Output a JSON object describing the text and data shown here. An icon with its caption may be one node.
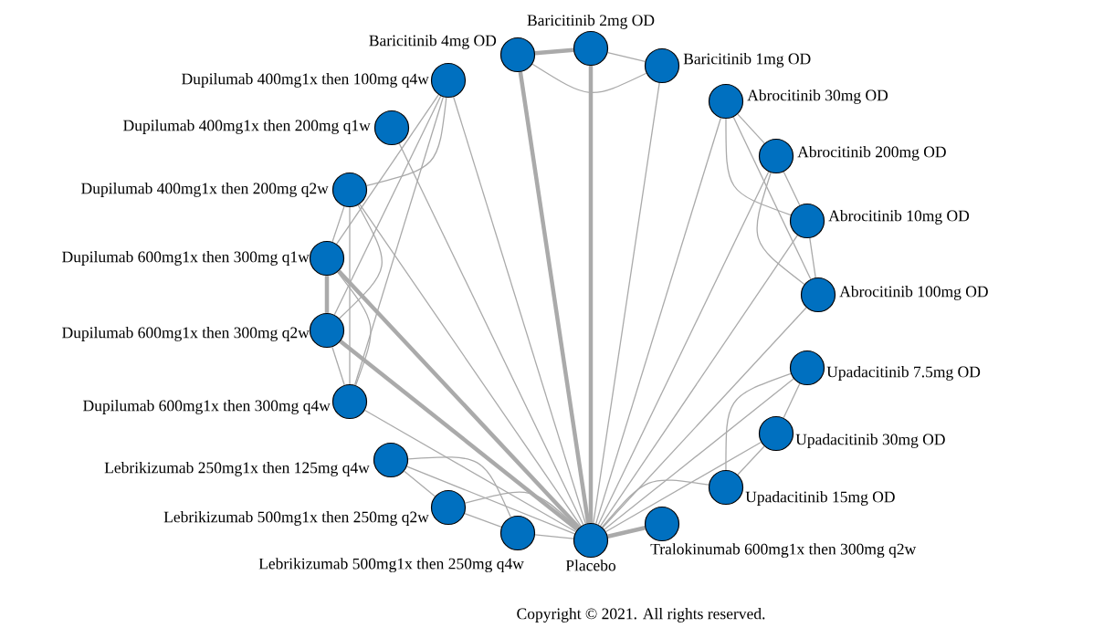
{
  "diagram": {
    "caption": "Copyright © 2021. All rights reserved.",
    "nodes": [
      {
        "text": [
          "Baricitinib 2mg OD"
        ]
      },
      {
        "text": [
          "Baricitinib 1mg OD"
        ]
      },
      {
        "text": [
          "Abrocitinib 30mg OD"
        ]
      },
      {
        "text": [
          "Abrocitinib 200mg OD"
        ]
      },
      {
        "text": [
          "Abrocitinib 10mg OD"
        ]
      },
      {
        "text": [
          "Abrocitinib 100mg OD"
        ]
      },
      {
        "text": [
          "Upadacitinib 7.5mg OD"
        ]
      },
      {
        "text": [
          "Upadacitinib 30mg OD"
        ]
      },
      {
        "text": [
          "Upadacitinib 15mg OD"
        ]
      },
      {
        "text": [
          "Tralokinumab 600mg1x then 300mg q2w"
        ]
      },
      {
        "text": [
          "Placebo"
        ]
      },
      {
        "text": [
          "Lebrikizumab 500mg1x then 250mg q4w"
        ]
      },
      {
        "text": [
          "Lebrikizumab 500mg1x then 250mg q2w"
        ]
      },
      {
        "text": [
          "Lebrikizumab 250mg1x then 125mg q4w"
        ]
      },
      {
        "text": [
          "Dupilumab 600mg1x then 300mg q4w"
        ]
      },
      {
        "text": [
          "Dupilumab 600mg1x then 300mg q2w"
        ]
      },
      {
        "text": [
          "Dupilumab 600mg1x then 300mg q1w"
        ]
      },
      {
        "text": [
          "Dupilumab 400mg1x then 200mg q2w"
        ]
      },
      {
        "text": [
          "Dupilumab 400mg1x then 200mg q1w"
        ]
      },
      {
        "text": [
          "Dupilumab 400mg1x then 100mg q4w"
        ]
      },
      {
        "text": [
          "Baricitinib 4mg OD"
        ]
      }
    ],
    "edges": [
      {
        "from": 20,
        "to": 0,
        "arrow": "none",
        "style": "thick"
      },
      {
        "from": 0,
        "to": 1,
        "arrow": "none"
      },
      {
        "from": 20,
        "to": 1,
        "arrow": "none"
      },
      {
        "from": 20,
        "to": 10,
        "arrow": "none",
        "style": "thick"
      },
      {
        "from": 0,
        "to": 10,
        "arrow": "none",
        "style": "thick"
      },
      {
        "from": 1,
        "to": 10,
        "arrow": "none"
      },
      {
        "from": 2,
        "to": 10,
        "arrow": "none"
      },
      {
        "from": 3,
        "to": 10,
        "arrow": "none"
      },
      {
        "from": 4,
        "to": 10,
        "arrow": "none"
      },
      {
        "from": 5,
        "to": 10,
        "arrow": "none"
      },
      {
        "from": 2,
        "to": 3,
        "arrow": "none"
      },
      {
        "from": 2,
        "to": 4,
        "arrow": "none"
      },
      {
        "from": 2,
        "to": 5,
        "arrow": "none"
      },
      {
        "from": 3,
        "to": 4,
        "arrow": "none"
      },
      {
        "from": 3,
        "to": 5,
        "arrow": "none"
      },
      {
        "from": 4,
        "to": 5,
        "arrow": "none"
      },
      {
        "from": 6,
        "to": 10,
        "arrow": "none"
      },
      {
        "from": 7,
        "to": 10,
        "arrow": "none"
      },
      {
        "from": 8,
        "to": 10,
        "arrow": "none"
      },
      {
        "from": 6,
        "to": 7,
        "arrow": "none"
      },
      {
        "from": 6,
        "to": 8,
        "arrow": "none"
      },
      {
        "from": 7,
        "to": 8,
        "arrow": "none"
      },
      {
        "from": 9,
        "to": 10,
        "arrow": "none",
        "style": "thick"
      },
      {
        "from": 13,
        "to": 10,
        "arrow": "none"
      },
      {
        "from": 12,
        "to": 10,
        "arrow": "none"
      },
      {
        "from": 11,
        "to": 10,
        "arrow": "none"
      },
      {
        "from": 13,
        "to": 12,
        "arrow": "none"
      },
      {
        "from": 13,
        "to": 11,
        "arrow": "none"
      },
      {
        "from": 12,
        "to": 11,
        "arrow": "none"
      },
      {
        "from": 19,
        "to": 17,
        "arrow": "none"
      },
      {
        "from": 19,
        "to": 16,
        "arrow": "none"
      },
      {
        "from": 19,
        "to": 15,
        "arrow": "none"
      },
      {
        "from": 19,
        "to": 14,
        "arrow": "none"
      },
      {
        "from": 19,
        "to": 10,
        "arrow": "none"
      },
      {
        "from": 18,
        "to": 10,
        "arrow": "none"
      },
      {
        "from": 17,
        "to": 16,
        "arrow": "none"
      },
      {
        "from": 17,
        "to": 15,
        "arrow": "none"
      },
      {
        "from": 17,
        "to": 14,
        "arrow": "none"
      },
      {
        "from": 17,
        "to": 10,
        "arrow": "none"
      },
      {
        "from": 16,
        "to": 15,
        "arrow": "none",
        "style": "thick"
      },
      {
        "from": 16,
        "to": 14,
        "arrow": "none"
      },
      {
        "from": 16,
        "to": 10,
        "arrow": "none",
        "style": "thick"
      },
      {
        "from": 15,
        "to": 14,
        "arrow": "none"
      },
      {
        "from": 15,
        "to": 10,
        "arrow": "none",
        "style": "thick"
      },
      {
        "from": 14,
        "to": 10,
        "arrow": "none"
      }
    ]
  }
}
